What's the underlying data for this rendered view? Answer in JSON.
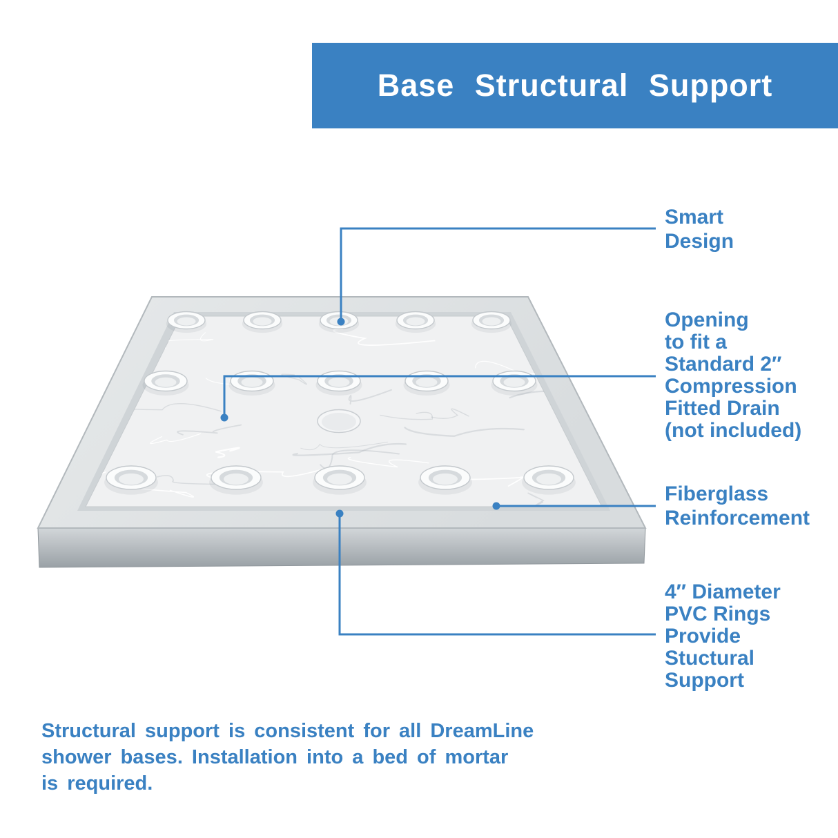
{
  "banner": {
    "title": "Base Structural Support"
  },
  "callouts": {
    "smart_design": {
      "label": "Smart\nDesign"
    },
    "drain_opening": {
      "label": "Opening\nto fit a\nStandard 2″\nCompression\nFitted Drain\n(not included)"
    },
    "fiberglass": {
      "label": "Fiberglass\nReinforcement"
    },
    "pvc_rings": {
      "label": "4″ Diameter\nPVC Rings\nProvide\nStuctural\nSupport"
    }
  },
  "footer": {
    "text": "Structural support is consistent for all DreamLine\nshower bases. Installation into a bed of mortar\nis required."
  },
  "colors": {
    "accent": "#3a81c2",
    "banner_background": "#3a81c2",
    "banner_text": "#ffffff"
  }
}
